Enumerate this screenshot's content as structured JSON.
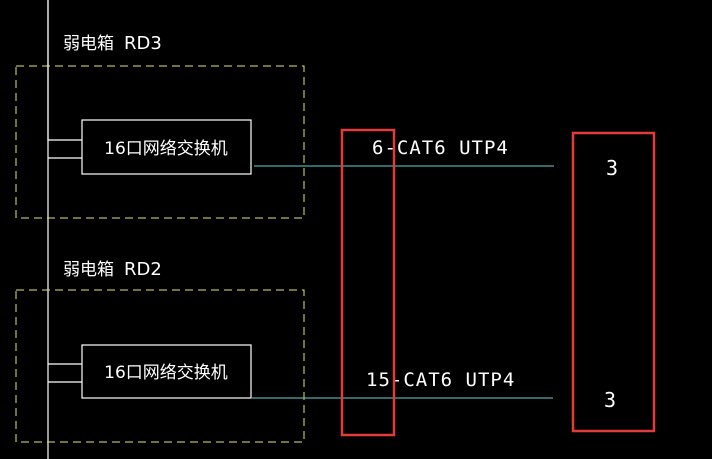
{
  "panels": [
    {
      "name": "弱电箱",
      "code": "RD3",
      "switch_label": "16口网络交换机",
      "cable_label": "6-CAT6 UTP4",
      "count": "3"
    },
    {
      "name": "弱电箱",
      "code": "RD2",
      "switch_label": "16口网络交换机",
      "cable_label": "15-CAT6 UTP4",
      "count": "3"
    }
  ],
  "colors": {
    "background": "#000000",
    "wire": "#ffffff",
    "dashed_box": "#e6e66a",
    "cable_line": "#5fd3d3",
    "highlight": "#e23b3b",
    "text": "#ffffff"
  }
}
